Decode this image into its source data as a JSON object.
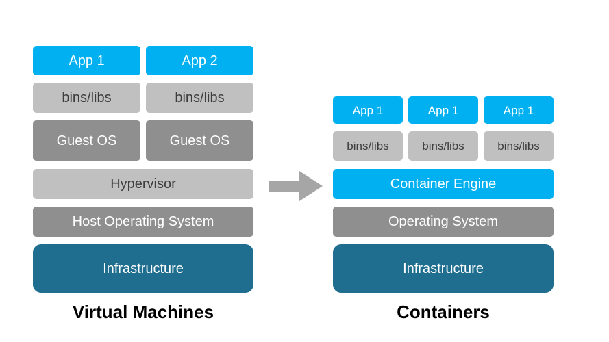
{
  "colors": {
    "app_blue": "#00B0F0",
    "light_gray": "#C0C0C0",
    "medium_gray": "#8F8F8F",
    "dark_teal": "#1F6E8F",
    "arrow_gray": "#A6A6A6",
    "dark_text": "#3D3D3D",
    "light_text": "#FFFFFF"
  },
  "vm": {
    "title": "Virtual Machines",
    "apps": [
      "App 1",
      "App 2"
    ],
    "binslibs": [
      "bins/libs",
      "bins/libs"
    ],
    "guest_os": [
      "Guest OS",
      "Guest OS"
    ],
    "hypervisor": "Hypervisor",
    "host_os": "Host Operating System",
    "infrastructure": "Infrastructure"
  },
  "containers": {
    "title": "Containers",
    "apps": [
      "App 1",
      "App 1",
      "App 1"
    ],
    "binslibs": [
      "bins/libs",
      "bins/libs",
      "bins/libs"
    ],
    "engine": "Container Engine",
    "os": "Operating System",
    "infrastructure": "Infrastructure"
  }
}
